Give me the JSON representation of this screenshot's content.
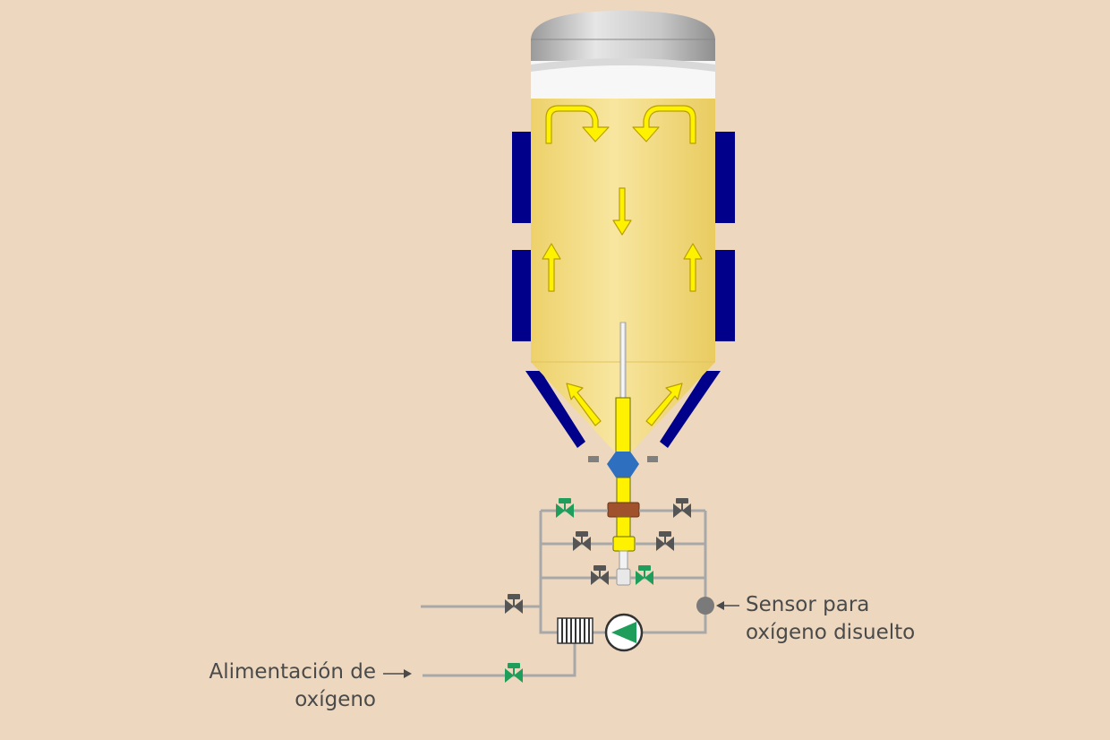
{
  "labels": {
    "oxygen_feed": {
      "line1": "Alimentación de",
      "line2": "oxígeno"
    },
    "sensor": {
      "line1": "Sensor para",
      "line2": "oxígeno disuelto"
    }
  },
  "colors": {
    "background": "#EDD8BF",
    "tank_liquid": "#F5DF7E",
    "tank_top": "#BDBDBD",
    "headspace": "#F7F7F7",
    "cooling_jacket": "#00008B",
    "flow_arrow": "#FFF200",
    "pipe": "#A8A8A8",
    "valve_dark": "#555555",
    "valve_green": "#1E9E5A",
    "pump_green": "#1E9E5A",
    "nozzle_blue": "#2F6FBF",
    "flange_brown": "#A0522D",
    "sensor_grey": "#7A7A7A"
  },
  "icons": [
    "pump-icon",
    "valve-icon",
    "heat-exchanger-icon",
    "sensor-icon",
    "flow-arrow-icon"
  ]
}
